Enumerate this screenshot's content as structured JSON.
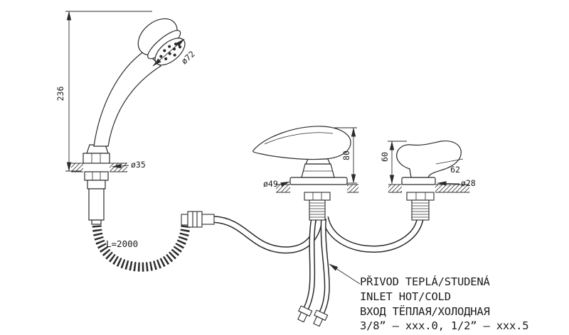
{
  "page": {
    "background": "#ffffff",
    "line_color": "#2b2b2b"
  },
  "dimensions": {
    "handset_height": "236",
    "head_diameter": "ø72",
    "holder_diameter": "ø35",
    "hose_length": "L=2000",
    "mixer_height": "80",
    "mixer_base_diameter": "ø49",
    "spout_height": "60",
    "spout_projection": "62",
    "spout_base_diameter": "ø28"
  },
  "notes": {
    "czech": "PŘIVOD TEPLÁ/STUDENÁ",
    "english": "INLET HOT/COLD",
    "russian": "ВХОД ТЁПЛАЯ/ХОЛОДНАЯ",
    "thread_spec": "3/8” – xxx.0, 1/2” – xxx.5"
  }
}
